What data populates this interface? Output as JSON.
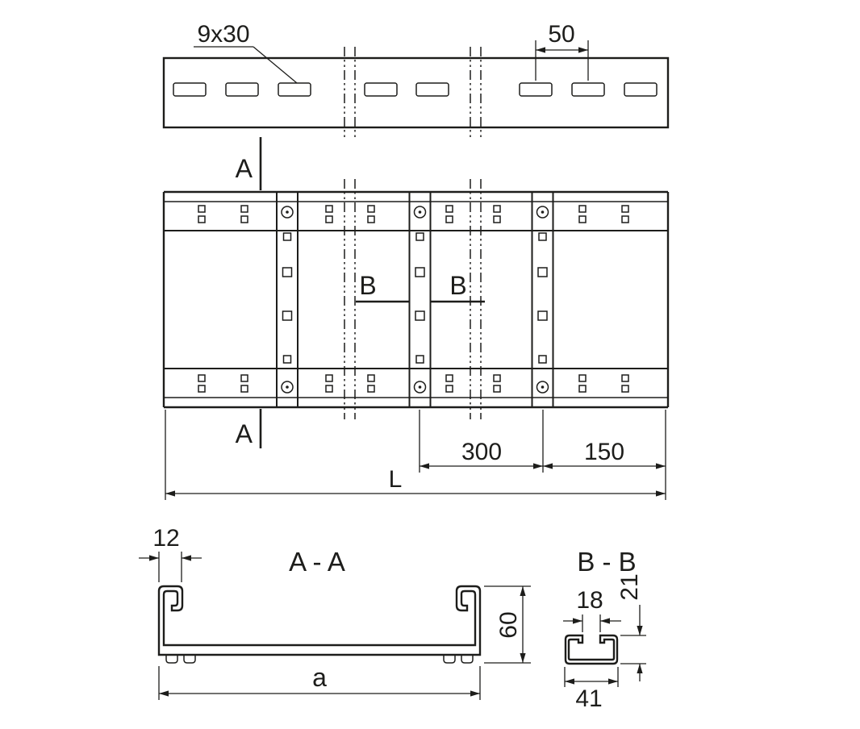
{
  "ink_color": "#1d1d1b",
  "side_view": {
    "slot_size": "9x30",
    "slot_pitch": "50"
  },
  "plan_view": {
    "section_a_top": "A",
    "section_a_bottom": "A",
    "section_b_left": "B",
    "section_b_right": "B",
    "rung_spacing": "300",
    "end_distance": "150",
    "total_length": "L"
  },
  "section_aa": {
    "title": "A - A",
    "flange_width": "12",
    "height": "60",
    "width": "a"
  },
  "section_bb": {
    "title": "B - B",
    "opening_width": "18",
    "height": "21",
    "width": "41"
  }
}
